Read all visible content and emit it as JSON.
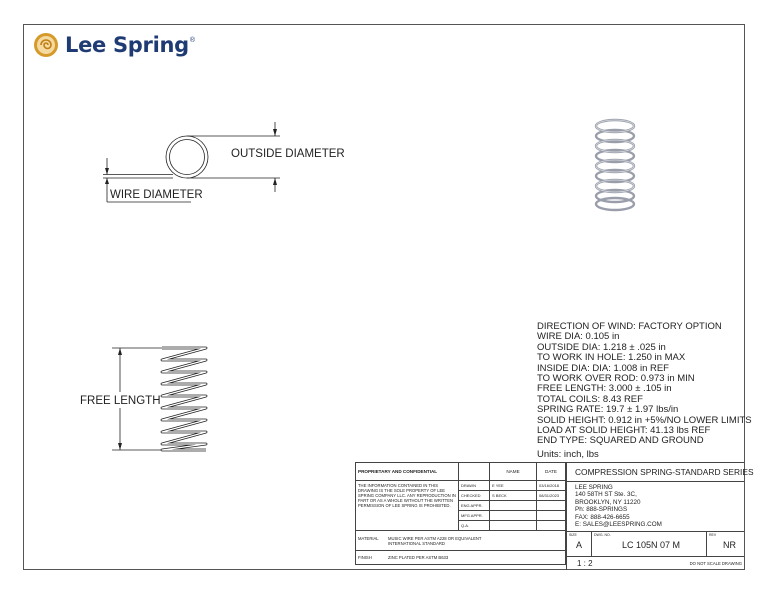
{
  "brand": {
    "name": "Lee Spring",
    "reg": "®"
  },
  "labels": {
    "outside_diameter": "OUTSIDE DIAMETER",
    "wire_diameter": "WIRE DIAMETER",
    "free_length": "FREE LENGTH"
  },
  "specs": [
    "DIRECTION OF WIND:  FACTORY OPTION",
    "WIRE DIA: 0.105 in",
    "OUTSIDE DIA: 1.218 ± .025 in",
    "TO WORK IN HOLE: 1.250 in MAX",
    "INSIDE DIA: DIA: 1.008 in REF",
    "TO WORK OVER ROD: 0.973 in MIN",
    "FREE LENGTH: 3.000 ± .105 in",
    "TOTAL COILS: 8.43 REF",
    "SPRING RATE: 19.7 ± 1.97 lbs/in",
    "SOLID HEIGHT: 0.912 in +5%/NO LOWER LIMITS",
    "LOAD AT SOLID HEIGHT: 41.13 lbs REF",
    "END TYPE: SQUARED AND GROUND"
  ],
  "units": "Units: inch, lbs",
  "title_block": {
    "proprietary": "PROPRIETARY AND CONFIDENTIAL",
    "notice": "THE INFORMATION CONTAINED IN THIS DRAWING IS THE SOLE PROPERTY OF LEE SPRING COMPANY LLC. ANY REPRODUCTION IN PART OR AS A WHOLE WITHOUT THE WRITTEN PERMISSION OF LEE SPRING IS PROHIBITED.",
    "col_name": "NAME",
    "col_date": "DATE",
    "rows": [
      {
        "role": "DRAWN",
        "name": "E YEE",
        "date": "03/16/2018"
      },
      {
        "role": "CHECKED",
        "name": "S BECK",
        "date": "08/31/2023"
      },
      {
        "role": "ENG APPR.",
        "name": "",
        "date": ""
      },
      {
        "role": "MFG APPR.",
        "name": "",
        "date": ""
      },
      {
        "role": "Q.A.",
        "name": "",
        "date": ""
      }
    ],
    "material_label": "MATERIAL",
    "material": "MUSIC WIRE PER ASTM A228 OR EQUIVALENT INTERNATIONAL STANDARD",
    "finish_label": "FINISH",
    "finish": "ZINC PLATED PER ASTM B633",
    "title": "COMPRESSION SPRING-STANDARD SERIES",
    "company": [
      "LEE SPRING",
      "140 58TH ST Ste. 3C,",
      "BROOKLYN, NY 11220",
      "Ph: 888-SPRINGS",
      "FAX: 888-426-6655",
      "E: SALES@LEESPRING.COM"
    ],
    "size_label": "SIZE",
    "size": "A",
    "dwg_label": "DWG. NO.",
    "dwg_no": "LC 105N 07 M",
    "rev_label": "REV",
    "rev": "NR",
    "scale": "1 : 2",
    "do_not_scale": "DO NOT SCALE DRAWING"
  },
  "colors": {
    "brand_blue": "#1f3b73",
    "logo_gold": "#d59a2a",
    "spring_gray": "#9a9eaa",
    "line": "#222222"
  }
}
